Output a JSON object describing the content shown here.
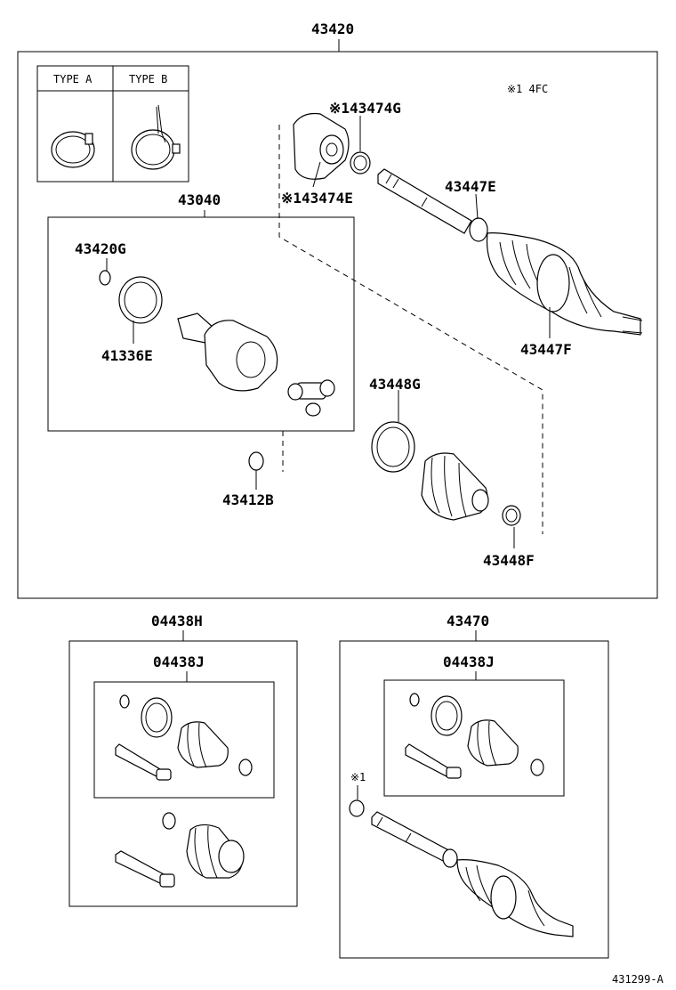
{
  "labels": {
    "assembly_main": "43420",
    "type_a": "TYPE A",
    "type_b": "TYPE B",
    "note_4fc": "※1 4FC",
    "part_43474G": "※143474G",
    "part_43474E": "※143474E",
    "part_43040": "43040",
    "part_43447E": "43447E",
    "part_43420G": "43420G",
    "part_41336E": "41336E",
    "part_43447F": "43447F",
    "part_43448G": "43448G",
    "part_43412B": "43412B",
    "part_43448F": "43448F",
    "kit_04438H": "04438H",
    "kit_04438J_left": "04438J",
    "kit_43470": "43470",
    "kit_04438J_right": "04438J",
    "note_1": "※1",
    "figure_ref": "431299-A"
  },
  "colors": {
    "line": "#000000",
    "background": "#ffffff"
  }
}
